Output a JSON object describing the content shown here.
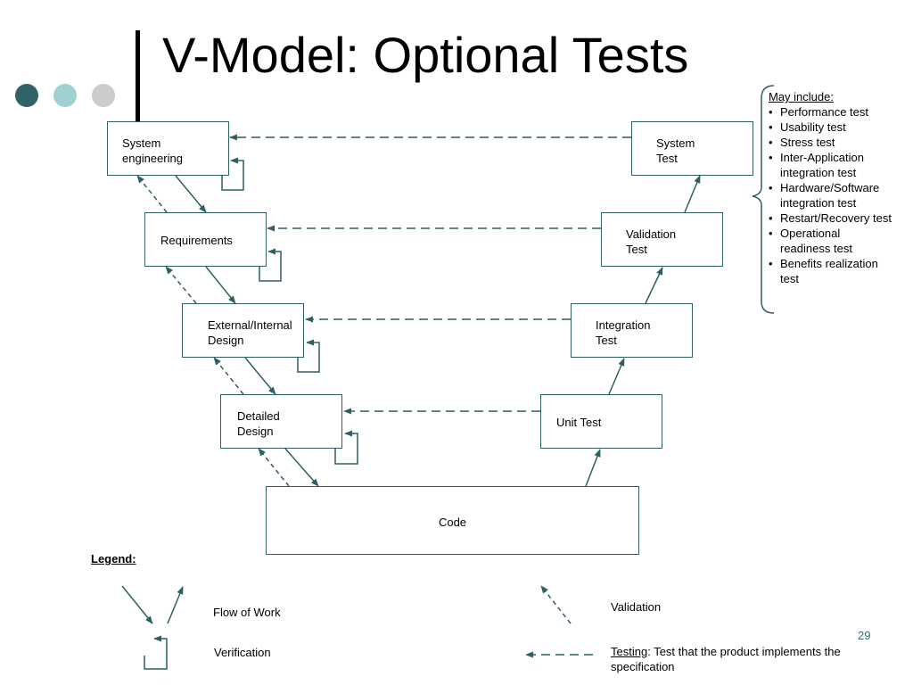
{
  "title": "V-Model: Optional Tests",
  "colors": {
    "dot_dark": "#2f6366",
    "dot_light": "#9fd0d2",
    "dot_gray": "#cccccc",
    "arrow": "#2f5f62",
    "accent": "#2f6d72"
  },
  "boxes": {
    "system_engineering": "System\nengineering",
    "requirements": "Requirements",
    "design": "External/Internal\nDesign",
    "detailed_design": "Detailed\nDesign",
    "code": "Code",
    "unit_test": "Unit Test",
    "integration_test": "Integration\nTest",
    "validation_test": "Validation\nTest",
    "system_test": "System\nTest"
  },
  "side_note": {
    "heading": "May include:",
    "items": [
      "Performance test",
      "Usability test",
      "Stress test",
      "Inter-Application integration test",
      "Hardware/Software integration test",
      "Restart/Recovery test",
      "Operational readiness test",
      "Benefits realization test"
    ]
  },
  "legend": {
    "title": "Legend:",
    "flow": "Flow of Work",
    "verification": "Verification",
    "validation": "Validation",
    "testing_term": "Testing",
    "testing_desc": ":  Test that the product implements the  specification"
  },
  "page_number": "29"
}
